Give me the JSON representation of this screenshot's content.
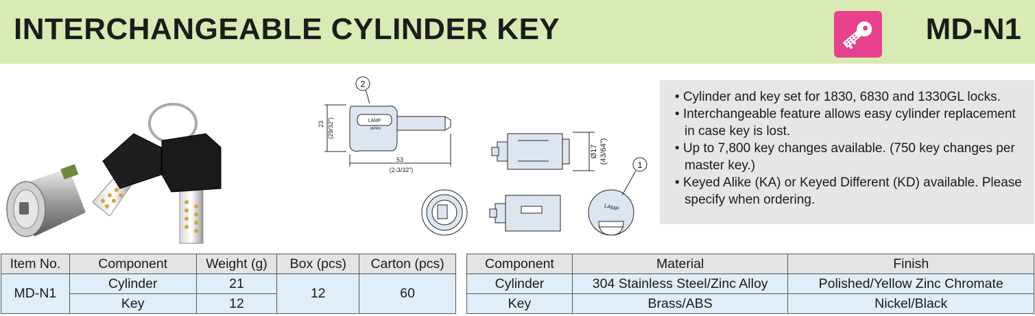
{
  "header": {
    "title": "INTERCHANGEABLE CYLINDER KEY",
    "model": "MD-N1",
    "icon": "key-icon",
    "accent_color": "#d9ebb4",
    "icon_color": "#e8418e"
  },
  "drawing": {
    "callout_1": "1",
    "callout_2": "2",
    "height_dim": "23",
    "height_dim_inch": "(29/32\")",
    "length_dim": "53",
    "length_dim_inch": "(2-3/32\")",
    "dia_dim": "Ø17",
    "dia_dim_inch": "(43/64\")",
    "key_brand": "LAMP",
    "key_origin": "JAPAN",
    "cyl_brand": "LAMP"
  },
  "features": [
    "Cylinder and key set for 1830, 6830 and 1330GL locks.",
    "Interchangeable feature allows easy cylinder replacement in case key is lost.",
    "Up to 7,800 key changes available. (750 key changes per master key.)",
    "Keyed Alike (KA) or Keyed Different (KD) available. Please specify when ordering."
  ],
  "spec_table": {
    "headers": [
      "Item No.",
      "Component",
      "Weight (g)",
      "Box (pcs)",
      "Carton (pcs)"
    ],
    "item_no": "MD-N1",
    "rows": [
      {
        "component": "Cylinder",
        "weight": "21"
      },
      {
        "component": "Key",
        "weight": "12"
      }
    ],
    "box": "12",
    "carton": "60"
  },
  "material_table": {
    "headers": [
      "Component",
      "Material",
      "Finish"
    ],
    "rows": [
      {
        "component": "Cylinder",
        "material": "304 Stainless Steel/Zinc Alloy",
        "finish": "Polished/Yellow Zinc Chromate"
      },
      {
        "component": "Key",
        "material": "Brass/ABS",
        "finish": "Nickel/Black"
      }
    ]
  }
}
